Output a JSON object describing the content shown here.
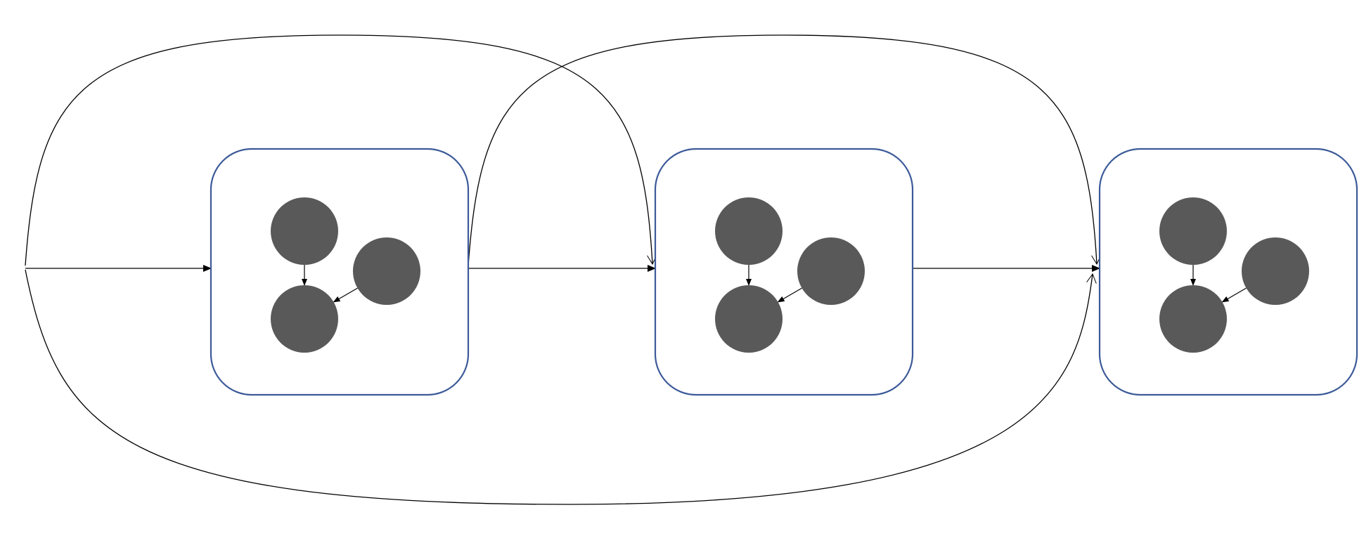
{
  "diagram": {
    "type": "flow-diagram",
    "colors": {
      "box_stroke": "#3C5A99",
      "box_fill": "#FFFFFF",
      "node_fill": "#595959",
      "edge": "#000000"
    },
    "groups": [
      {
        "id": "group-1",
        "nodes": [
          "top",
          "right",
          "bottom"
        ]
      },
      {
        "id": "group-2",
        "nodes": [
          "top",
          "right",
          "bottom"
        ]
      },
      {
        "id": "group-3",
        "nodes": [
          "top",
          "right",
          "bottom"
        ]
      }
    ],
    "inner_edges": [
      {
        "from": "top",
        "to": "bottom"
      },
      {
        "from": "right",
        "to": "bottom"
      }
    ],
    "outer_edges": [
      {
        "from": "input",
        "to": "group-1",
        "route": "straight"
      },
      {
        "from": "group-1",
        "to": "group-2",
        "route": "straight"
      },
      {
        "from": "group-2",
        "to": "group-3",
        "route": "straight"
      },
      {
        "from": "input",
        "to": "group-2",
        "route": "arc-over"
      },
      {
        "from": "group-1",
        "to": "group-3",
        "route": "arc-over"
      },
      {
        "from": "input",
        "to": "group-3",
        "route": "arc-under"
      }
    ]
  }
}
